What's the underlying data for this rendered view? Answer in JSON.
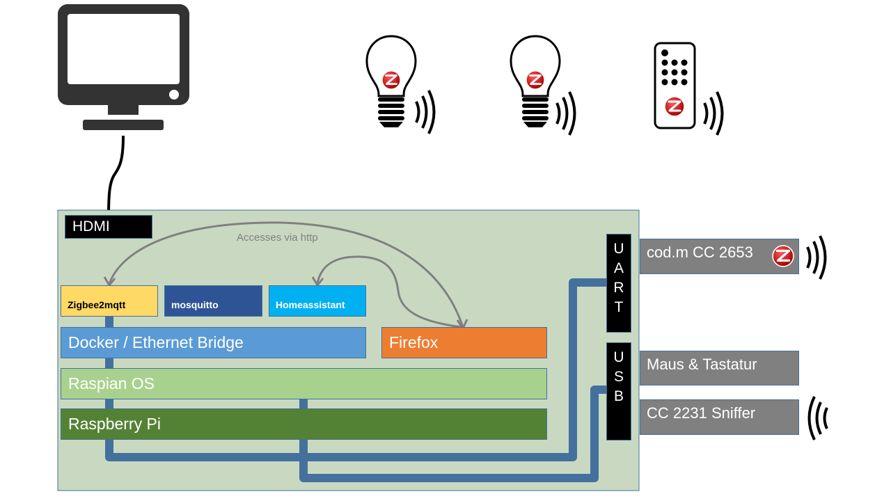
{
  "labels": {
    "hdmi": "HDMI",
    "note": "Accesses via http"
  },
  "services": {
    "zigbee2mqtt": "Zigbee2mqtt",
    "mosquitto": "mosquitto",
    "homeassistant": "Homeassistant"
  },
  "layers": {
    "docker": "Docker / Ethernet Bridge",
    "firefox": "Firefox",
    "raspian": "Raspian OS",
    "raspberry": "Raspberry Pi"
  },
  "ports": {
    "uart": [
      "U",
      "A",
      "R",
      "T"
    ],
    "usb": [
      "U",
      "S",
      "B"
    ]
  },
  "devices": {
    "codm": "cod.m CC 2653",
    "maus": "Maus & Tastatur",
    "sniffer": "CC 2231 Sniffer"
  },
  "colors": {
    "board": "#c9d9c1",
    "cable": "#44709e",
    "zigbee2mqtt": "#ffd965",
    "mosquitto": "#2f5496",
    "homeassistant": "#00b0f0",
    "docker": "#5b9bd5",
    "firefox": "#ed7d31",
    "raspian": "#a9d18e",
    "raspberry": "#548235",
    "device": "#808080"
  },
  "icons": [
    "monitor-icon",
    "zigbee-bulb-icon",
    "zigbee-remote-icon",
    "wireless-signal-icon",
    "zigbee-logo-icon"
  ]
}
